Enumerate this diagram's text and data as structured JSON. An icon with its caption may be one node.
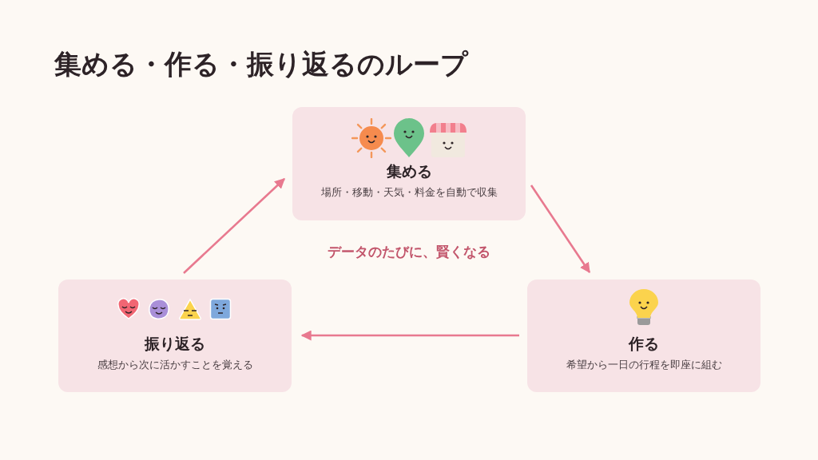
{
  "diagram": {
    "title": "集める・作る・振り返るのループ",
    "nodes": [
      {
        "text": [
          "集める",
          "場所・移動・天気・料金を自動で収集"
        ]
      },
      {
        "text": [
          "作る",
          "希望から一日の行程を即座に組む"
        ]
      },
      {
        "text": [
          "振り返る",
          "感想から次に活かすことを覚える"
        ]
      }
    ],
    "edges": [
      {
        "from": 0,
        "to": 1,
        "arrow": "to"
      },
      {
        "from": 1,
        "to": 2,
        "arrow": "to"
      },
      {
        "from": 2,
        "to": 0,
        "arrow": "to"
      }
    ],
    "labels": [
      "データのたびに、賢くなる"
    ]
  }
}
